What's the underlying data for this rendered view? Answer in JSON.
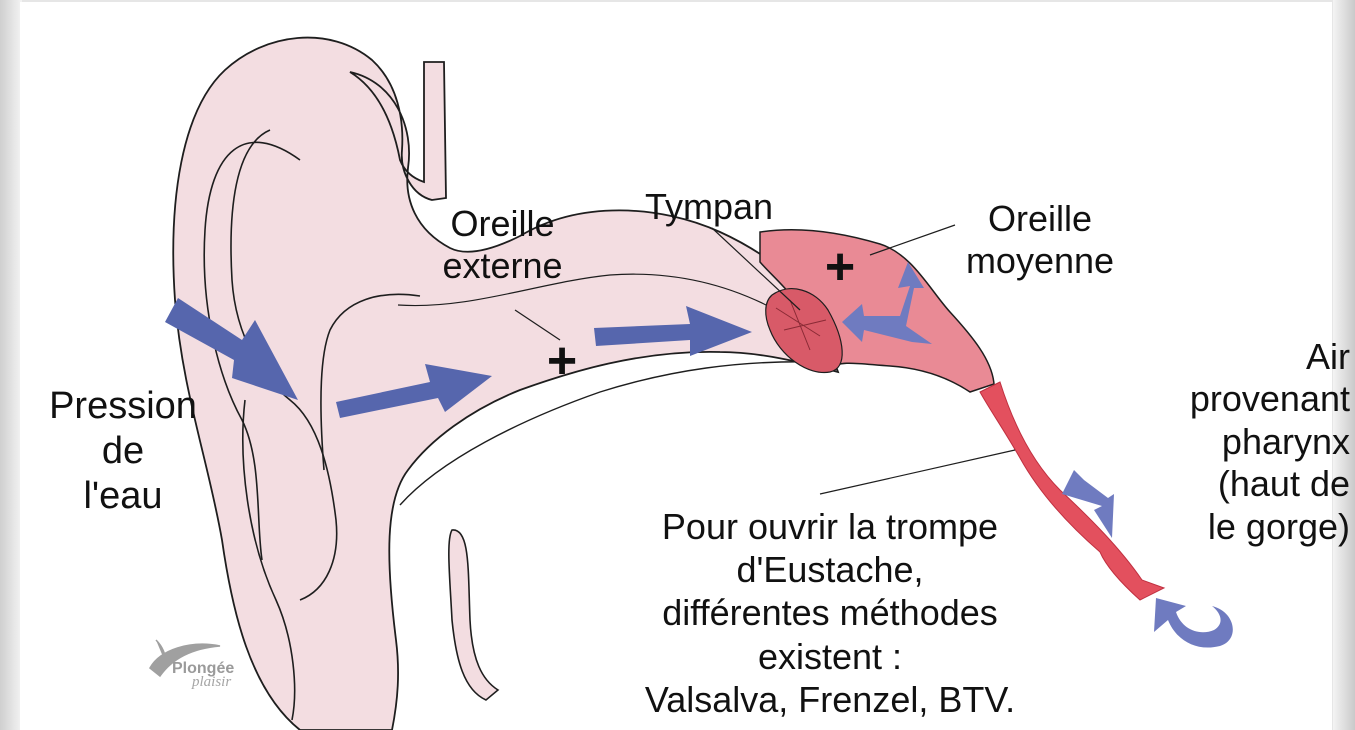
{
  "labels": {
    "pression": [
      "Pression",
      "de",
      "l'eau"
    ],
    "oreille_externe": [
      "Oreille",
      "externe"
    ],
    "tympan": "Tympan",
    "oreille_moyenne": [
      "Oreille",
      "moyenne"
    ],
    "air": [
      "Air",
      "provenant",
      "pharynx",
      "(haut de",
      "le gorge)"
    ],
    "trompe": [
      "Pour ouvrir la trompe",
      "d'Eustache,",
      "différentes méthodes",
      "existent :",
      "Valsalva, Frenzel, BTV."
    ]
  },
  "signs": {
    "externe": "+",
    "moyenne": "+"
  },
  "logo": {
    "line1": "Plongée",
    "line2": "plaisir"
  },
  "colors": {
    "background": "#ffffff",
    "frame": "#e6e6e6",
    "ear_skin": "#f3dde1",
    "middle_ear": "#e98a95",
    "eustachian_tube": "#e3505e",
    "eardrum": "#d85a68",
    "arrow_blue": "#5666ad",
    "arrow_light": "#6f7bc0",
    "outline": "#1e1e1e"
  }
}
